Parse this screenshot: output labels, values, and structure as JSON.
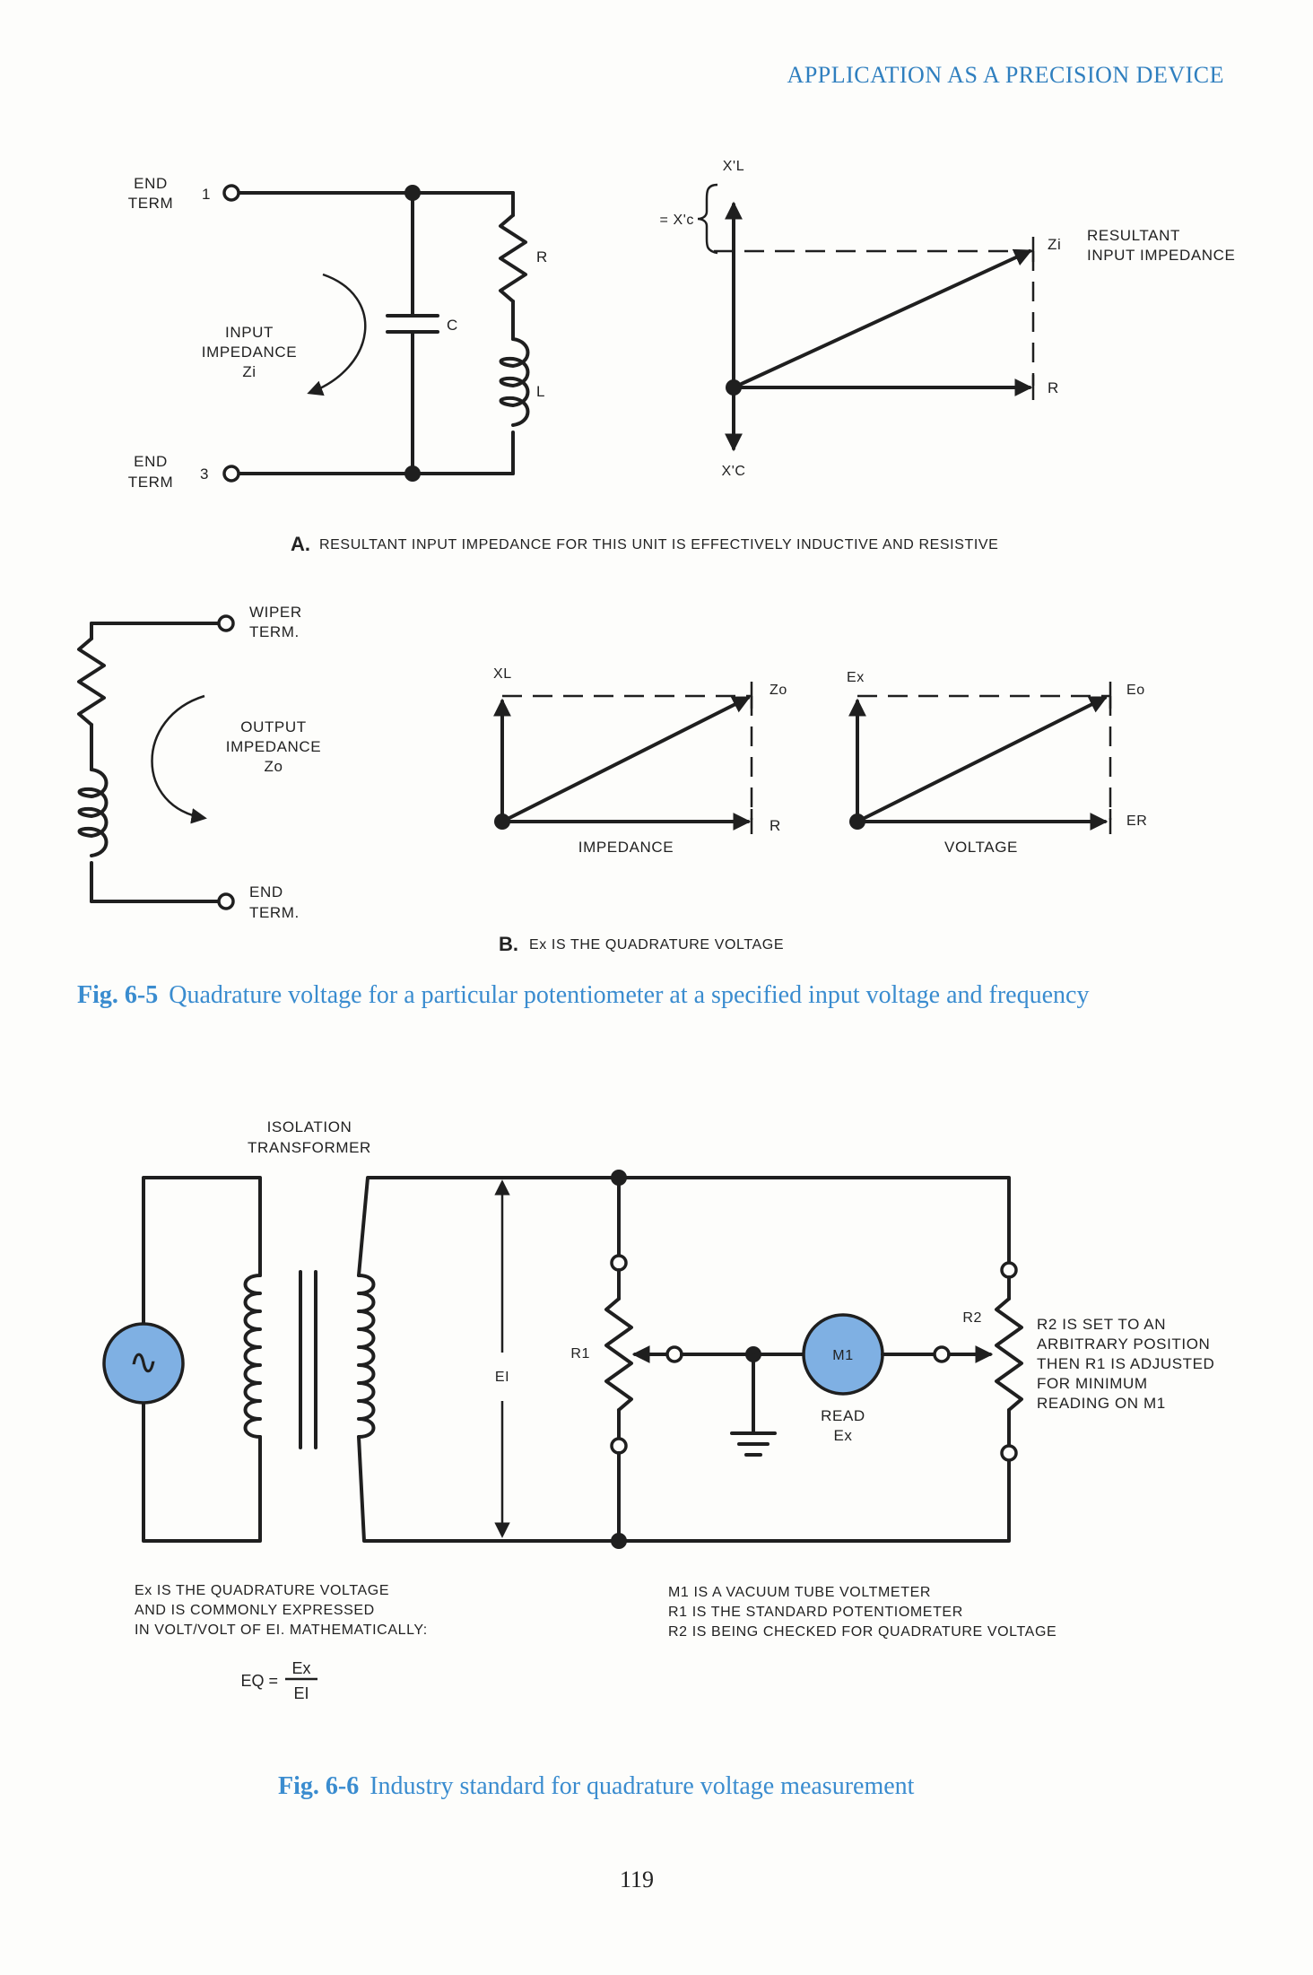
{
  "header": {
    "running_title": "APPLICATION AS A PRECISION DEVICE"
  },
  "figure_6_5": {
    "part_a": {
      "circuit": {
        "end_term_top": [
          "END",
          "TERM"
        ],
        "end_term_bottom": [
          "END",
          "TERM"
        ],
        "terminal_1": "1",
        "terminal_3": "3",
        "input_impedance": [
          "INPUT",
          "IMPEDANCE",
          "Zi"
        ],
        "resistor": "R",
        "capacitor": "C",
        "inductor": "L"
      },
      "phasor": {
        "xl_label": "X'L",
        "xc_label": "X'C",
        "brace_label": "= X'c",
        "zi_label": "Zi",
        "resultant": [
          "RESULTANT",
          "INPUT IMPEDANCE"
        ],
        "r_label": "R"
      },
      "caption_letter": "A.",
      "caption": "RESULTANT INPUT IMPEDANCE FOR THIS UNIT IS EFFECTIVELY INDUCTIVE AND RESISTIVE"
    },
    "part_b": {
      "circuit": {
        "wiper_term": [
          "WIPER",
          "TERM."
        ],
        "end_term": [
          "END",
          "TERM."
        ],
        "output_impedance": [
          "OUTPUT",
          "IMPEDANCE",
          "Zo"
        ]
      },
      "impedance_phasor": {
        "xl_label": "XL",
        "zo_label": "Zo",
        "r_label": "R",
        "title": "IMPEDANCE"
      },
      "voltage_phasor": {
        "ex_label": "Ex",
        "eo_label": "Eo",
        "er_label": "ER",
        "title": "VOLTAGE"
      },
      "caption_letter": "B.",
      "caption": "Ex IS THE QUADRATURE VOLTAGE"
    },
    "caption_number": "Fig. 6-5",
    "caption_text": "Quadrature voltage for a particular  potentiometer at a specified input voltage and frequency"
  },
  "figure_6_6": {
    "isolation_transformer": [
      "ISOLATION",
      "TRANSFORMER"
    ],
    "source_symbol": "∿",
    "et_label": "EI",
    "r1_label": "R1",
    "r2_label": "R2",
    "meter_label": "M1",
    "read_label": [
      "READ",
      "Ex"
    ],
    "r2_note": [
      "R2 IS SET TO AN",
      "ARBITRARY POSITION",
      "THEN R1 IS ADJUSTED",
      "FOR MINIMUM",
      "READING ON M1"
    ],
    "left_notes": [
      "Ex IS THE QUADRATURE VOLTAGE",
      "AND IS COMMONLY EXPRESSED",
      "IN VOLT/VOLT OF EI. MATHEMATICALLY:"
    ],
    "equation": {
      "lhs": "EQ =",
      "numerator": "Ex",
      "denominator": "EI"
    },
    "right_notes": [
      "M1 IS A VACUUM TUBE VOLTMETER",
      "R1 IS THE STANDARD POTENTIOMETER",
      "R2 IS BEING CHECKED FOR QUADRATURE VOLTAGE"
    ],
    "caption_number": "Fig. 6-6",
    "caption_text": "Industry standard for quadrature voltage measurement"
  },
  "page_number": "119"
}
